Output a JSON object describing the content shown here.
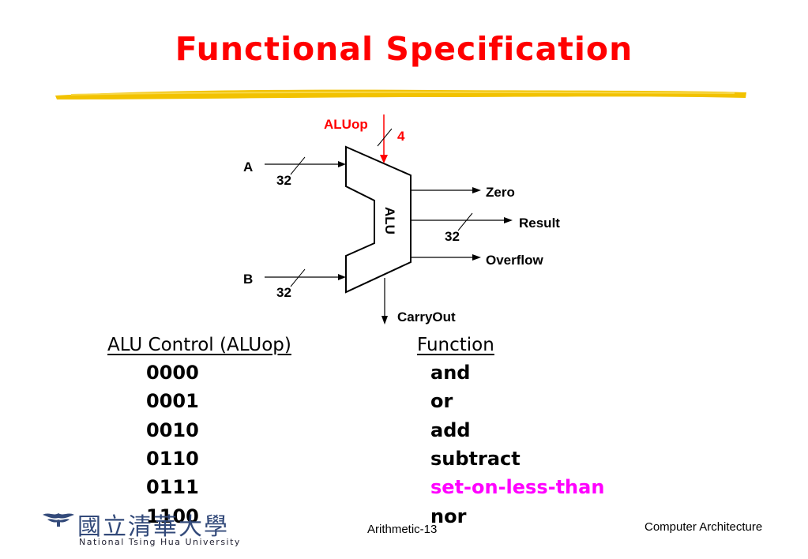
{
  "title": "Functional Specification",
  "diagram": {
    "aluop_label": "ALUop",
    "aluop_width": "4",
    "input_a": "A",
    "input_a_width": "32",
    "input_b": "B",
    "input_b_width": "32",
    "alu_label": "ALU",
    "output_zero": "Zero",
    "output_result": "Result",
    "output_result_width": "32",
    "output_overflow": "Overflow",
    "output_carryout": "CarryOut"
  },
  "table": {
    "col1_header": "ALU Control (ALUop)",
    "col2_header": "Function",
    "rows": [
      {
        "code": "0000",
        "func": "and"
      },
      {
        "code": "0001",
        "func": "or"
      },
      {
        "code": "0010",
        "func": "add"
      },
      {
        "code": "0110",
        "func": "subtract"
      },
      {
        "code": "0111",
        "func": "set-on-less-than"
      },
      {
        "code": "1100",
        "func": "nor"
      }
    ]
  },
  "footer": {
    "page": "Arithmetic-13",
    "course": "Computer Architecture",
    "university_cn": "國立清華大學",
    "university_en": "National Tsing Hua University"
  },
  "colors": {
    "title": "#ff0000",
    "highlight": "#ff00ff",
    "bar": "#f2c200"
  }
}
